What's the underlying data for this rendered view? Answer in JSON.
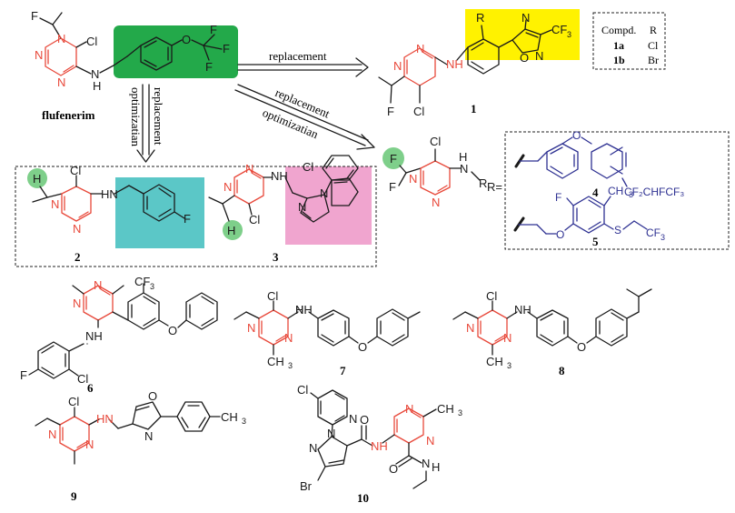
{
  "colors": {
    "ring_red": "#e8483a",
    "substituent_blue": "#2e3192",
    "green_box": "#23a94a",
    "yellow_box": "#fff200",
    "teal_box": "#5bc7c7",
    "pink_box": "#f0a5cf",
    "green_circle": "#7ecf8a"
  },
  "compounds": {
    "flufenerim": "flufenerim",
    "c1": "1",
    "c2": "2",
    "c3": "3",
    "c4": "4",
    "c5": "5",
    "c6": "6",
    "c7": "7",
    "c8": "8",
    "c9": "9",
    "c10": "10"
  },
  "arrows": {
    "replacement_right": "replacement",
    "replacement_diag": "replacement",
    "optimization_diag": "optimizatian",
    "optimization_down": "optimizatian",
    "replacement_down": "replacement"
  },
  "table": {
    "h1": "Compd.",
    "h2": "R",
    "r1c1": "1a",
    "r1c2": "Cl",
    "r2c1": "1b",
    "r2c2": "Br"
  },
  "r_equals": "R=",
  "atoms": {
    "F": "F",
    "Cl": "Cl",
    "N": "N",
    "H": "H",
    "NH": "NH",
    "HN": "HN",
    "O": "O",
    "R": "R",
    "CF3": "CF",
    "sub3": "3",
    "CH3": "CH",
    "Br": "Br",
    "S": "S",
    "CF2CHFCF3": "CF₂CHFCF₃",
    "CF2": "CF",
    "sub2": "2"
  }
}
